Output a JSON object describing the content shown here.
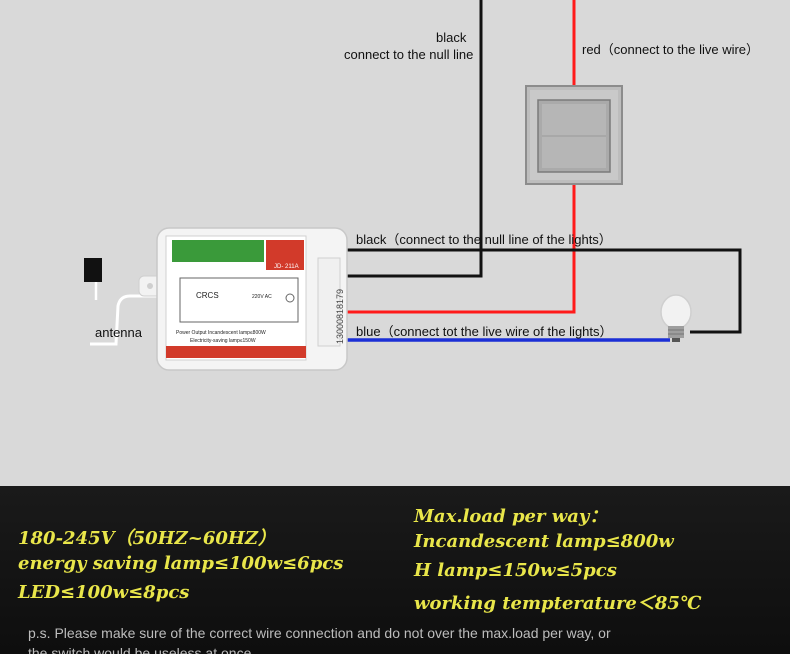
{
  "labels": {
    "black_top_1": "black",
    "black_top_2": "connect to the  null line",
    "red_label": "red（connect to the live wire）",
    "black_lights": "black（connect to the null line of the lights）",
    "blue_lights": "blue（connect tot the live wire of the lights）",
    "antenna": "antenna"
  },
  "device": {
    "model": "JD- 211A",
    "label_crcs": "CRCS",
    "voltage": "220V AC",
    "serial": "13000818179",
    "line1": "Power Output Incandescent lamp≤800W",
    "line2": "Electricity-saving lamp≤150W"
  },
  "specs_left": [
    "180-245V（50HZ~60HZ）",
    "energy saving lamp≤100w≤6pcs",
    "LED≤100w≤8pcs"
  ],
  "specs_right": [
    "Max.load per way：",
    "Incandescent lamp≤800w",
    "H lamp≤150w≤5pcs",
    "working tempterature＜85℃"
  ],
  "note": {
    "line1": "p.s. Please make sure of the correct wire connection and do not over the max.load per way, or",
    "line2": "the switch would be useless at once."
  },
  "colors": {
    "red_wire": "#ff1a1a",
    "black_wire": "#111111",
    "blue_wire": "#1b2fd6",
    "spec_yellow": "#e9e64a"
  }
}
